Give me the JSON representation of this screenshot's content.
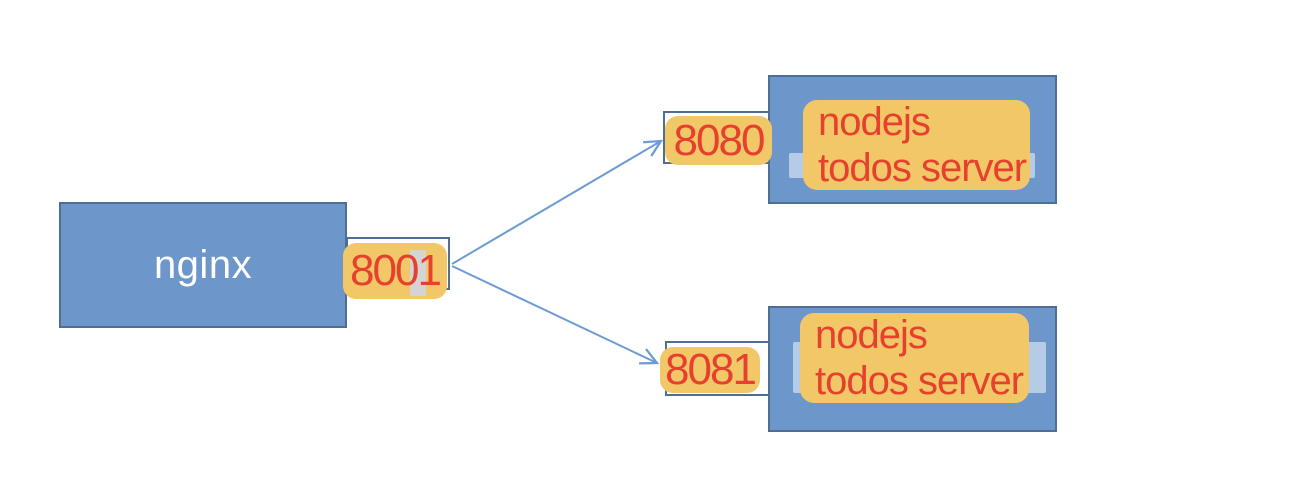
{
  "colors": {
    "box_fill": "#6d97cb",
    "box_border": "#4e6e92",
    "badge_fill": "#f2c768",
    "accent_red": "#e6412e",
    "nginx_text": "#ffffff",
    "arrow": "#6e9bd4",
    "port_rect_fill": "#ffffff",
    "selection_gray": "#d4d4d6",
    "strip": "rgba(255,255,255,0.5)"
  },
  "nodes": {
    "nginx": {
      "label": "nginx",
      "port": "8001"
    },
    "server_top": {
      "port": "8080",
      "name": "nodejs\ntodos server"
    },
    "server_bottom": {
      "port": "8081",
      "name": "nodejs\ntodos server"
    }
  }
}
